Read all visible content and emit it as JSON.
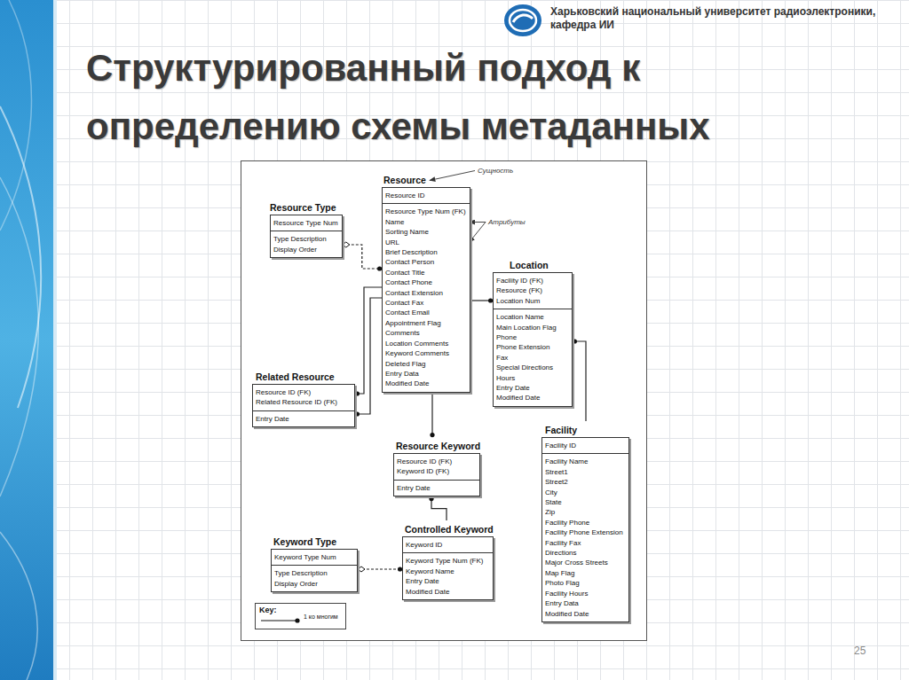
{
  "diagram": {
    "title": "Структурированный подход к определению схемы метаданных",
    "nodes": [
      {
        "text": [
          "Resource",
          "Resource ID",
          "Resource Type Num (FK)",
          "Name",
          "Sorting Name",
          "URL",
          "Brief Description",
          "Contact Person",
          "Contact Title",
          "Contact Phone",
          "Contact Extension",
          "Contact Fax",
          "Contact Email",
          "Appointment Flag",
          "Comments",
          "Location Comments",
          "Keyword Comments",
          "Deleted Flag",
          "Entry Data",
          "Modified Date"
        ]
      },
      {
        "text": [
          "Resource Type",
          "Resource Type Num",
          "Type Description",
          "Display Order"
        ]
      },
      {
        "text": [
          "Location",
          "Facility ID (FK)",
          "Resource (FK)",
          "Location Num",
          "Location Name",
          "Main Location Flag",
          "Phone",
          "Phone Extension",
          "Fax",
          "Special Directions",
          "Hours",
          "Entry Date",
          "Modified Date"
        ]
      },
      {
        "text": [
          "Related Resource",
          "Resource ID (FK)",
          "Related Resource ID (FK)",
          "Entry Date"
        ]
      },
      {
        "text": [
          "Resource Keyword",
          "Resource ID (FK)",
          "Keyword ID (FK)",
          "Entry Date"
        ]
      },
      {
        "text": [
          "Facility",
          "Facility ID",
          "Facility Name",
          "Street1",
          "Street2",
          "City",
          "State",
          "Zip",
          "Facility Phone",
          "Facility Phone Extension",
          "Facility Fax",
          "Directions",
          "Major Cross Streets",
          "Map Flag",
          "Photo Flag",
          "Facility Hours",
          "Entry Data",
          "Modified Date"
        ]
      },
      {
        "text": [
          "Controlled Keyword",
          "Keyword ID",
          "Keyword Type Num (FK)",
          "Keyword Name",
          "Entry Date",
          "Modified Date"
        ]
      },
      {
        "text": [
          "Keyword Type",
          "Keyword Type Num",
          "Type Description",
          "Display Order"
        ]
      }
    ],
    "edges": [
      {
        "from": 1,
        "to": 0,
        "arrow": "both"
      },
      {
        "from": 0,
        "to": 3,
        "arrow": "to"
      },
      {
        "from": 0,
        "to": 3,
        "arrow": "to"
      },
      {
        "from": 0,
        "to": 4,
        "arrow": "to"
      },
      {
        "from": 0,
        "to": 2,
        "arrow": "to"
      },
      {
        "from": 5,
        "to": 2,
        "arrow": "to"
      },
      {
        "from": 6,
        "to": 4,
        "arrow": "to"
      },
      {
        "from": 7,
        "to": 6,
        "arrow": "both"
      }
    ],
    "labels": [
      "Харьковский национальный университет радиоэлектроники, кафедра ИИ",
      "Сущность",
      "Атрибуты",
      "Key:",
      "25"
    ],
    "legend": [
      {
        "text": "1 ко многим"
      }
    ]
  }
}
